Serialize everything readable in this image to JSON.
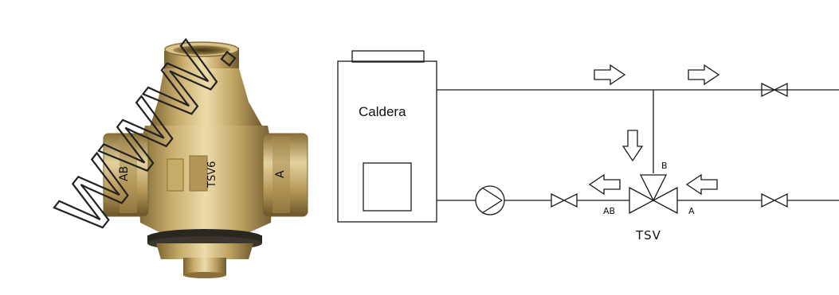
{
  "photo": {
    "subject": "brass three-way thermostatic mixing valve",
    "engraving": [
      "AB",
      "A",
      "TSV6"
    ],
    "colors": {
      "brass_light": "#e2cf98",
      "brass_mid": "#b99c5a",
      "brass_dark": "#6e5a2c",
      "gasket": "#2a2620"
    }
  },
  "diagram": {
    "boiler_label": "Caldera",
    "valve_label": "TSV",
    "port_ab": "AB",
    "port_a": "A",
    "port_b": "B",
    "icons": [
      "pump-icon",
      "ball-valve-icon",
      "flow-arrow-icon",
      "three-way-valve-icon"
    ],
    "line_color": "#1a1a1a"
  },
  "watermark": {
    "text": "www.",
    "color": "#222222"
  }
}
